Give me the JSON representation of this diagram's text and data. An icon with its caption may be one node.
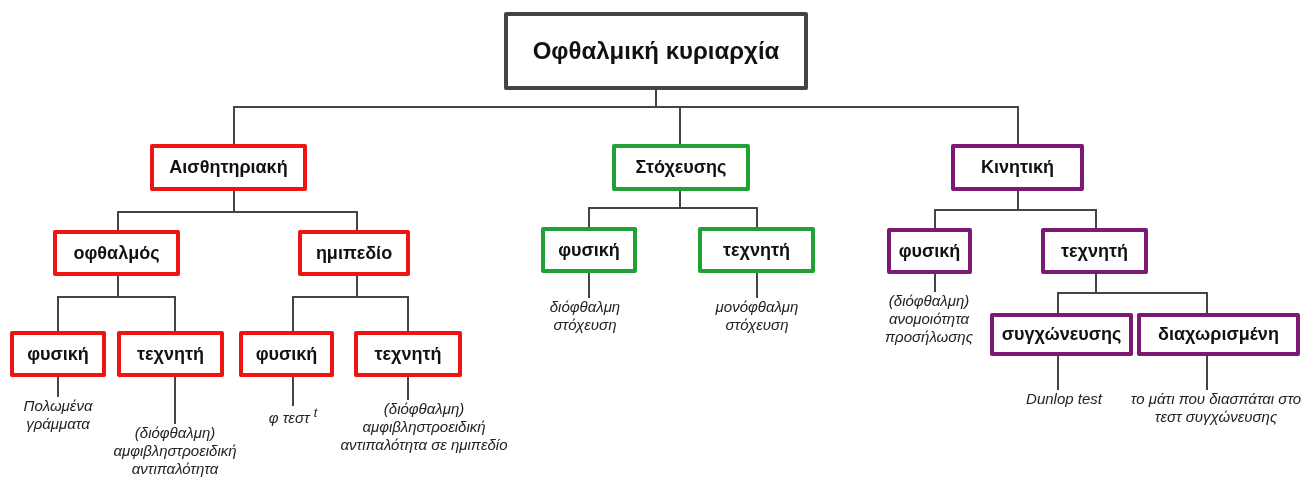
{
  "diagram": {
    "nodes": [
      {
        "text": [
          "Οφθαλμική κυριαρχία"
        ]
      },
      {
        "text": [
          "Αισθητηριακή"
        ]
      },
      {
        "text": [
          "Στόχευσης"
        ]
      },
      {
        "text": [
          "Κινητική"
        ]
      },
      {
        "text": [
          "οφθαλμός"
        ]
      },
      {
        "text": [
          "ημιπεδίο"
        ]
      },
      {
        "text": [
          "φυσική"
        ]
      },
      {
        "text": [
          "τεχνητή"
        ]
      },
      {
        "text": [
          "φυσική"
        ]
      },
      {
        "text": [
          "τεχνητή"
        ]
      },
      {
        "text": [
          "φυσική"
        ]
      },
      {
        "text": [
          "τεχνητή"
        ]
      },
      {
        "text": [
          "φυσική"
        ]
      },
      {
        "text": [
          "τεχνητή"
        ]
      },
      {
        "text": [
          "συγχώνευσης"
        ]
      },
      {
        "text": [
          "διαχωρισμένη"
        ]
      },
      {
        "text": [
          "Πολωμένα γράμματα"
        ]
      },
      {
        "text": [
          "(διόφθαλμη) αμφιβληστροειδική αντιπαλότητα"
        ]
      },
      {
        "text": [
          "φ τεστ $^{t}$"
        ]
      },
      {
        "text": [
          "(διόφθαλμη) αμφιβληστροειδική αντιπαλότητα σε ημιπεδίο"
        ]
      },
      {
        "text": [
          "διόφθαλμη στόχευση"
        ]
      },
      {
        "text": [
          "μονόφθαλμη στόχευση"
        ]
      },
      {
        "text": [
          "(διόφθαλμη) ανομοιότητα προσήλωσης"
        ]
      },
      {
        "text": [
          "Dunlop test"
        ]
      },
      {
        "text": [
          "το μάτι που διασπάται στο τεστ συγχώνευσης"
        ]
      }
    ],
    "edges": [
      {
        "from": 0,
        "to": 1,
        "arrow": "none"
      },
      {
        "from": 0,
        "to": 2,
        "arrow": "none"
      },
      {
        "from": 0,
        "to": 3,
        "arrow": "none"
      },
      {
        "from": 1,
        "to": 4,
        "arrow": "none"
      },
      {
        "from": 1,
        "to": 5,
        "arrow": "none"
      },
      {
        "from": 2,
        "to": 6,
        "arrow": "none"
      },
      {
        "from": 2,
        "to": 7,
        "arrow": "none"
      },
      {
        "from": 3,
        "to": 8,
        "arrow": "none"
      },
      {
        "from": 3,
        "to": 9,
        "arrow": "none"
      },
      {
        "from": 4,
        "to": 10,
        "arrow": "none"
      },
      {
        "from": 4,
        "to": 11,
        "arrow": "none"
      },
      {
        "from": 5,
        "to": 12,
        "arrow": "none"
      },
      {
        "from": 5,
        "to": 13,
        "arrow": "none"
      },
      {
        "from": 9,
        "to": 14,
        "arrow": "none"
      },
      {
        "from": 9,
        "to": 15,
        "arrow": "none"
      },
      {
        "from": 10,
        "to": 16,
        "arrow": "none"
      },
      {
        "from": 11,
        "to": 17,
        "arrow": "none"
      },
      {
        "from": 12,
        "to": 18,
        "arrow": "none"
      },
      {
        "from": 13,
        "to": 19,
        "arrow": "none"
      },
      {
        "from": 6,
        "to": 20,
        "arrow": "none"
      },
      {
        "from": 7,
        "to": 21,
        "arrow": "none"
      },
      {
        "from": 8,
        "to": 22,
        "arrow": "none"
      },
      {
        "from": 14,
        "to": 23,
        "arrow": "none"
      },
      {
        "from": 15,
        "to": 24,
        "arrow": "none"
      }
    ]
  }
}
